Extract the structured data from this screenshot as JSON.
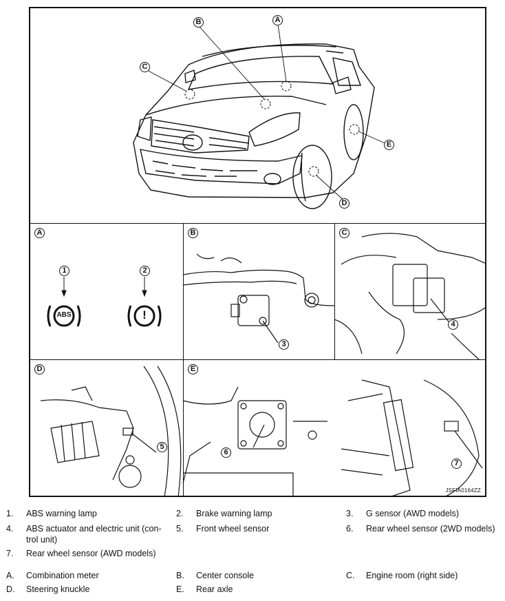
{
  "figure": {
    "code": "JSFIA0164ZZ",
    "overview_callouts": [
      "A",
      "B",
      "C",
      "D",
      "E"
    ],
    "panels": [
      {
        "letter": "A",
        "lamps": [
          {
            "number": "1",
            "text": "ABS"
          },
          {
            "number": "2",
            "text": "!"
          }
        ]
      },
      {
        "letter": "B",
        "callout": "3"
      },
      {
        "letter": "C",
        "callout": "4"
      },
      {
        "letter": "D",
        "callout": "5"
      },
      {
        "letter": "E",
        "callouts": [
          "6",
          "7"
        ]
      }
    ]
  },
  "legend": {
    "items": [
      {
        "num": "1.",
        "text": "ABS warning lamp"
      },
      {
        "num": "2.",
        "text": "Brake warning lamp"
      },
      {
        "num": "3.",
        "text": "G sensor (AWD models)"
      },
      {
        "num": "4.",
        "text": "ABS actuator and electric unit (con-",
        "text2": "trol unit)"
      },
      {
        "num": "5.",
        "text": "Front wheel sensor"
      },
      {
        "num": "6.",
        "text": "Rear wheel sensor (2WD models)"
      },
      {
        "num": "7.",
        "text": "Rear wheel sensor (AWD models)"
      },
      {
        "num": "A.",
        "text": "Combination meter"
      },
      {
        "num": "B.",
        "text": "Center console"
      },
      {
        "num": "C.",
        "text": "Engine room (right side)"
      },
      {
        "num": "D.",
        "text": "Steering knuckle"
      },
      {
        "num": "E.",
        "text": "Rear axle"
      }
    ]
  }
}
